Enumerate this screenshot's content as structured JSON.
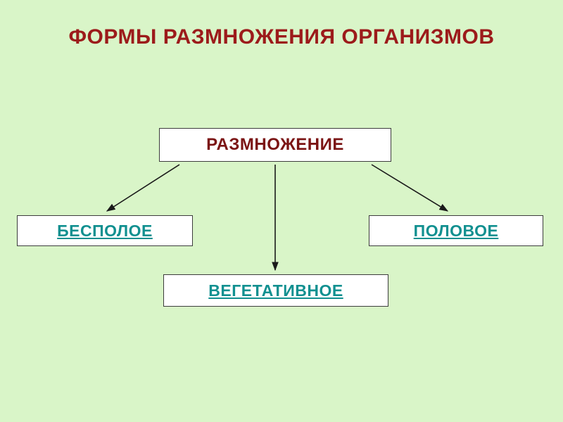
{
  "slide": {
    "background_color": "#d9f5c8",
    "title": "ФОРМЫ РАЗМНОЖЕНИЯ ОРГАНИЗМОВ",
    "title_color": "#9c1b1b"
  },
  "diagram": {
    "type": "tree",
    "root": {
      "label": "РАЗМНОЖЕНИЕ",
      "text_color": "#7b1414",
      "border_color": "#3c3c3c",
      "fill_color": "#ffffff"
    },
    "children": [
      {
        "label": "БЕСПОЛОЕ",
        "text_color": "#119090",
        "position": "left"
      },
      {
        "label": "ВЕГЕТАТИВНОЕ",
        "text_color": "#119090",
        "position": "center"
      },
      {
        "label": "ПОЛОВОЕ",
        "text_color": "#119090",
        "position": "right"
      }
    ],
    "connectors": {
      "style": "arrow",
      "color": "#1a1a1a",
      "count": 3
    }
  }
}
